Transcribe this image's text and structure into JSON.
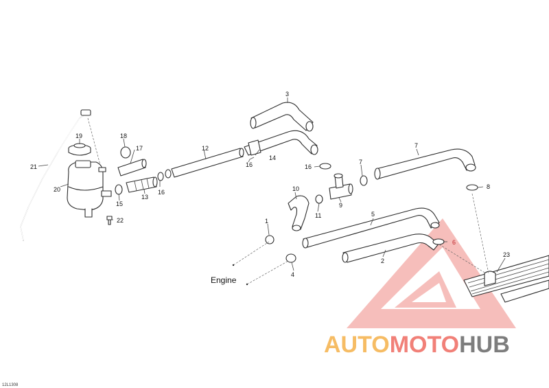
{
  "diagram": {
    "callouts": [
      "1",
      "2",
      "3",
      "4",
      "5",
      "6",
      "7",
      "7",
      "8",
      "9",
      "10",
      "11",
      "12",
      "13",
      "14",
      "15",
      "16",
      "16",
      "16",
      "17",
      "18",
      "19",
      "20",
      "21",
      "22",
      "23"
    ],
    "highlighted_callout": "5",
    "engine_label": "Engine",
    "reference_code": "12L1308"
  },
  "watermark": {
    "part1": "AUTO",
    "part2": "MOTO",
    "part3": "HUB",
    "colors": {
      "auto": "#f5b14a",
      "moto": "#ef6b61",
      "hub": "#6f6f6f",
      "triangle": "#ef6b61"
    }
  }
}
